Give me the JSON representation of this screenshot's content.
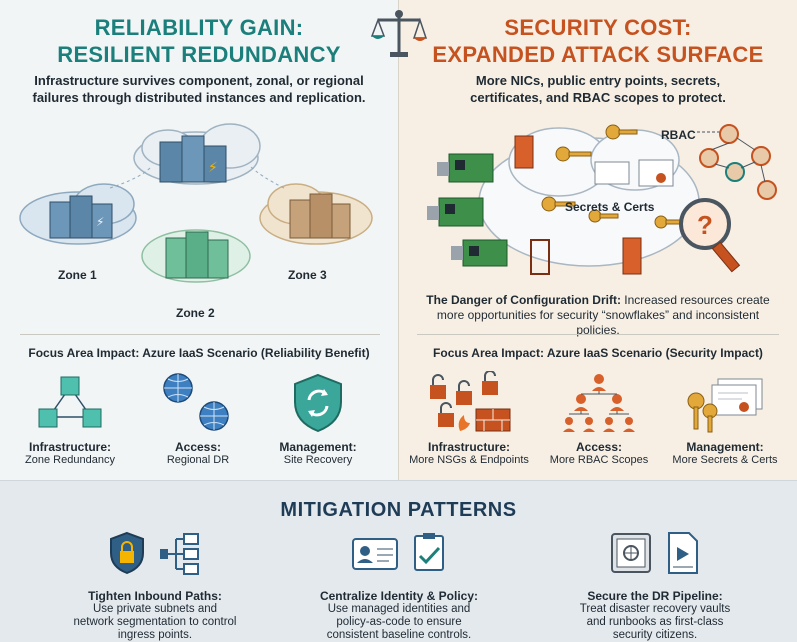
{
  "left": {
    "title_line1": "RELIABILITY GAIN:",
    "title_line2": "RESILIENT REDUNDANCY",
    "intro_line1": "Infrastructure survives component, zonal, or regional",
    "intro_line2": "failures through distributed instances and replication.",
    "zones": [
      "Zone 1",
      "Zone 2",
      "Zone 3"
    ],
    "focus_heading": "Focus Area Impact: Azure IaaS Scenario (Reliability Benefit)",
    "focus_items": [
      {
        "label": "Infrastructure:",
        "sub": "Zone Redundancy",
        "icon": "network-cubes-icon"
      },
      {
        "label": "Access:",
        "sub": "Regional DR",
        "icon": "globe-icon"
      },
      {
        "label": "Management:",
        "sub": "Site Recovery",
        "icon": "shield-refresh-icon"
      }
    ]
  },
  "right": {
    "title_line1": "SECURITY COST:",
    "title_line2": "EXPANDED ATTACK SURFACE",
    "intro_line1": "More NICs, public entry points, secrets,",
    "intro_line2": "certificates, and RBAC scopes to protect.",
    "rbac_label": "RBAC",
    "secrets_label": "Secrets & Certs",
    "drift_bold": "The Danger of Configuration Drift:",
    "drift_text": " Increased resources create more opportunities for security “snowflakes” and inconsistent policies.",
    "focus_heading": "Focus Area Impact: Azure IaaS Scenario (Security Impact)",
    "focus_items": [
      {
        "label": "Infrastructure:",
        "sub": "More NSGs & Endpoints",
        "icon": "padlocks-firewall-icon"
      },
      {
        "label": "Access:",
        "sub": "More RBAC Scopes",
        "icon": "org-hierarchy-icon"
      },
      {
        "label": "Management:",
        "sub": "More Secrets & Certs",
        "icon": "keys-certificates-icon"
      }
    ]
  },
  "mitigation": {
    "title": "MITIGATION PATTERNS",
    "items": [
      {
        "label": "Tighten Inbound Paths:",
        "sub_lines": [
          "Use private subnets and",
          "network segmentation to control",
          "ingress points."
        ],
        "icon": "shield-lock-icon"
      },
      {
        "label": "Centralize Identity & Policy:",
        "sub_lines": [
          "Use managed identities and",
          "policy-as-code to ensure",
          "consistent baseline controls."
        ],
        "icon": "id-card-checklist-icon"
      },
      {
        "label": "Secure the DR Pipeline:",
        "sub_lines": [
          "Treat disaster recovery vaults",
          "and runbooks as first-class",
          "security citizens."
        ],
        "icon": "vault-runbook-icon"
      }
    ]
  },
  "colors": {
    "teal": "#1b7f7b",
    "orange": "#c5521f",
    "navy": "#1f3c57"
  }
}
